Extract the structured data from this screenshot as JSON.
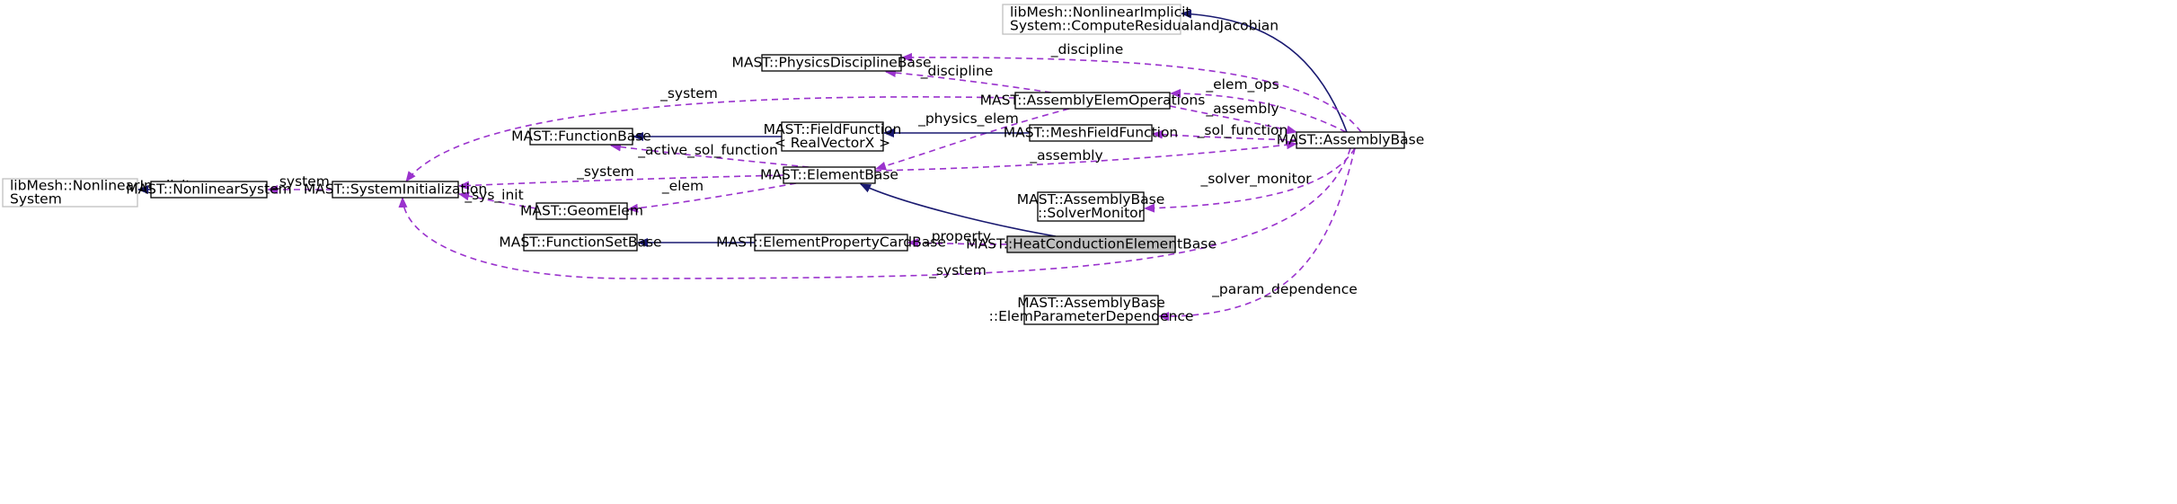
{
  "nodes": {
    "compute_res": {
      "lines": [
        "libMesh::NonlinearImplicit",
        "System::ComputeResidualandJacobian"
      ],
      "style": "external"
    },
    "physics_base": {
      "lines": [
        "MAST::PhysicsDisciplineBase"
      ],
      "style": "normal"
    },
    "assembly_elem_ops": {
      "lines": [
        "MAST::AssemblyElemOperations"
      ],
      "style": "normal"
    },
    "function_base": {
      "lines": [
        "MAST::FunctionBase"
      ],
      "style": "normal"
    },
    "field_function": {
      "lines": [
        "MAST::FieldFunction",
        "< RealVectorX >"
      ],
      "style": "normal"
    },
    "mesh_field_function": {
      "lines": [
        "MAST::MeshFieldFunction"
      ],
      "style": "normal"
    },
    "assembly_base": {
      "lines": [
        "MAST::AssemblyBase"
      ],
      "style": "normal"
    },
    "libmesh_nonlinear": {
      "lines": [
        "libMesh::NonlinearImplicit",
        "System"
      ],
      "style": "external"
    },
    "nonlinear_system": {
      "lines": [
        "MAST::NonlinearSystem"
      ],
      "style": "normal"
    },
    "system_init": {
      "lines": [
        "MAST::SystemInitialization"
      ],
      "style": "normal"
    },
    "element_base": {
      "lines": [
        "MAST::ElementBase"
      ],
      "style": "normal"
    },
    "geom_elem": {
      "lines": [
        "MAST::GeomElem"
      ],
      "style": "normal"
    },
    "solver_monitor": {
      "lines": [
        "MAST::AssemblyBase",
        "::SolverMonitor"
      ],
      "style": "normal"
    },
    "function_set_base": {
      "lines": [
        "MAST::FunctionSetBase"
      ],
      "style": "normal"
    },
    "elem_prop_card": {
      "lines": [
        "MAST::ElementPropertyCardBase"
      ],
      "style": "normal"
    },
    "heat_conduction": {
      "lines": [
        "MAST::HeatConductionElementBase"
      ],
      "style": "focus"
    },
    "param_dependence": {
      "lines": [
        "MAST::AssemblyBase",
        "::ElemParameterDependence"
      ],
      "style": "normal"
    }
  },
  "edges": [
    {
      "id": "e-ab-compute",
      "from": "assembly_base",
      "to": "compute_res",
      "kind": "inheritance",
      "label": ""
    },
    {
      "id": "e-ab-physics",
      "from": "assembly_base",
      "to": "physics_base",
      "kind": "usage",
      "label": "_discipline"
    },
    {
      "id": "e-ab-elemops",
      "from": "assembly_base",
      "to": "assembly_elem_ops",
      "kind": "usage",
      "label": "_elem_ops"
    },
    {
      "id": "e-aeo-physics",
      "from": "assembly_elem_ops",
      "to": "physics_base",
      "kind": "usage",
      "label": "_discipline"
    },
    {
      "id": "e-aeo-sysinit",
      "from": "assembly_elem_ops",
      "to": "system_init",
      "kind": "usage",
      "label": "_system"
    },
    {
      "id": "e-aeo-elembase",
      "from": "assembly_elem_ops",
      "to": "element_base",
      "kind": "usage",
      "label": "_physics_elem"
    },
    {
      "id": "e-aeo-ab",
      "from": "assembly_elem_ops",
      "to": "assembly_base",
      "kind": "usage",
      "label": "_assembly"
    },
    {
      "id": "e-ff-fb",
      "from": "field_function",
      "to": "function_base",
      "kind": "inheritance",
      "label": ""
    },
    {
      "id": "e-mff-ff",
      "from": "mesh_field_function",
      "to": "field_function",
      "kind": "inheritance",
      "label": ""
    },
    {
      "id": "e-ab-mff",
      "from": "assembly_base",
      "to": "mesh_field_function",
      "kind": "usage",
      "label": "_sol_function"
    },
    {
      "id": "e-eb-fb",
      "from": "element_base",
      "to": "function_base",
      "kind": "usage",
      "label": "_active_sol_function"
    },
    {
      "id": "e-eb-ab",
      "from": "element_base",
      "to": "assembly_base",
      "kind": "usage",
      "label": "_assembly"
    },
    {
      "id": "e-eb-sysinit",
      "from": "element_base",
      "to": "system_init",
      "kind": "usage",
      "label": "_system"
    },
    {
      "id": "e-eb-geom",
      "from": "element_base",
      "to": "geom_elem",
      "kind": "usage",
      "label": "_elem"
    },
    {
      "id": "e-ns-lib",
      "from": "nonlinear_system",
      "to": "libmesh_nonlinear",
      "kind": "inheritance",
      "label": ""
    },
    {
      "id": "e-si-ns",
      "from": "system_init",
      "to": "nonlinear_system",
      "kind": "usage",
      "label": "_system"
    },
    {
      "id": "e-geom-sysinit",
      "from": "geom_elem",
      "to": "system_init",
      "kind": "usage",
      "label": "_sys_init"
    },
    {
      "id": "e-ab-monitor",
      "from": "assembly_base",
      "to": "solver_monitor",
      "kind": "usage",
      "label": "_solver_monitor"
    },
    {
      "id": "e-epc-fsb",
      "from": "elem_prop_card",
      "to": "function_set_base",
      "kind": "inheritance",
      "label": ""
    },
    {
      "id": "e-hc-epc",
      "from": "heat_conduction",
      "to": "elem_prop_card",
      "kind": "usage",
      "label": "_property"
    },
    {
      "id": "e-hc-eb",
      "from": "heat_conduction",
      "to": "element_base",
      "kind": "inheritance",
      "label": ""
    },
    {
      "id": "e-ab-sysinit",
      "from": "assembly_base",
      "to": "system_init",
      "kind": "usage",
      "label": "_system"
    },
    {
      "id": "e-ab-param",
      "from": "assembly_base",
      "to": "param_dependence",
      "kind": "usage",
      "label": "_param_dependence"
    }
  ],
  "colors": {
    "inheritance": "#191970",
    "usage": "#9a32cd",
    "external_border": "#bfbfbf",
    "focus_fill": "#bfbfbf"
  }
}
